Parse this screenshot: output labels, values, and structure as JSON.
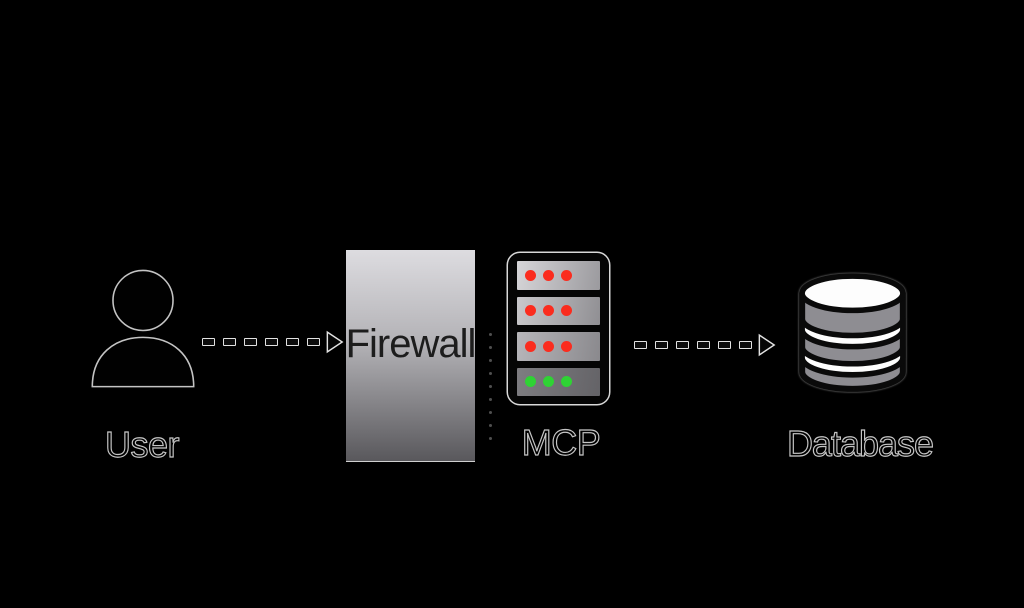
{
  "background_color": "#000000",
  "nodes": {
    "user": {
      "label": "User"
    },
    "firewall": {
      "label": "Firewall"
    },
    "mcp": {
      "label": "MCP"
    },
    "database": {
      "label": "Database"
    }
  },
  "flow": {
    "arrows": [
      {
        "from": "User",
        "to": "Firewall",
        "style": "dashed",
        "dashes": 6
      },
      {
        "from": "MCP",
        "to": "Database",
        "style": "dashed",
        "dashes": 6
      }
    ],
    "connector_dots": {
      "from": "Firewall",
      "to": "MCP",
      "count": 9
    }
  },
  "server_rack": {
    "rows": [
      {
        "led_color": "#fb2c1e",
        "led_count": 3
      },
      {
        "led_color": "#fb2c1e",
        "led_count": 3
      },
      {
        "led_color": "#fb2c1e",
        "led_count": 3
      },
      {
        "led_color": "#2fd334",
        "led_count": 3
      }
    ]
  },
  "colors": {
    "led_red": "#fb2c1e",
    "led_green": "#2fd334",
    "firewall_gradient_top": "#dddce0",
    "firewall_gradient_bottom": "#59585c",
    "outline_white": "#d6d6d6"
  }
}
